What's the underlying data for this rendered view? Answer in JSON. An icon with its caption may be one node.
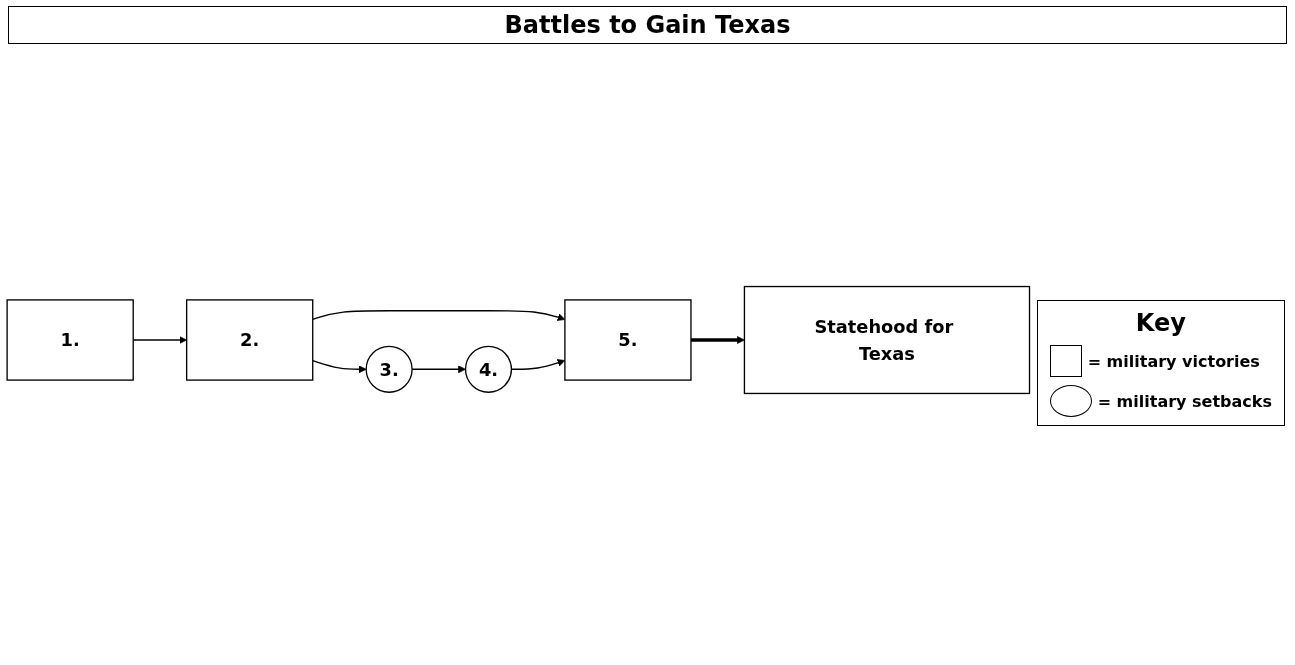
{
  "diagram": {
    "title": "Battles to Gain Texas",
    "nodes": [
      {
        "text": [
          "1."
        ]
      },
      {
        "text": [
          "2."
        ]
      },
      {
        "text": [
          "5."
        ]
      },
      {
        "text": [
          "Statehood for Texas"
        ]
      },
      {
        "text": [
          "3."
        ]
      },
      {
        "text": [
          "4."
        ]
      }
    ],
    "edges": [
      {
        "from": 0,
        "to": 1,
        "arrow": "to"
      },
      {
        "from": 1,
        "to": 2,
        "arrow": "to"
      },
      {
        "from": 2,
        "to": 3,
        "arrow": "to",
        "style": "thick"
      },
      {
        "from": 1,
        "to": 4,
        "arrow": "to"
      },
      {
        "from": 4,
        "to": 5,
        "arrow": "to"
      },
      {
        "from": 5,
        "to": 2,
        "arrow": "to"
      }
    ],
    "labels": [
      "Key"
    ],
    "legend": [
      {
        "text": "= military victories"
      },
      {
        "text": "= military setbacks"
      }
    ]
  }
}
